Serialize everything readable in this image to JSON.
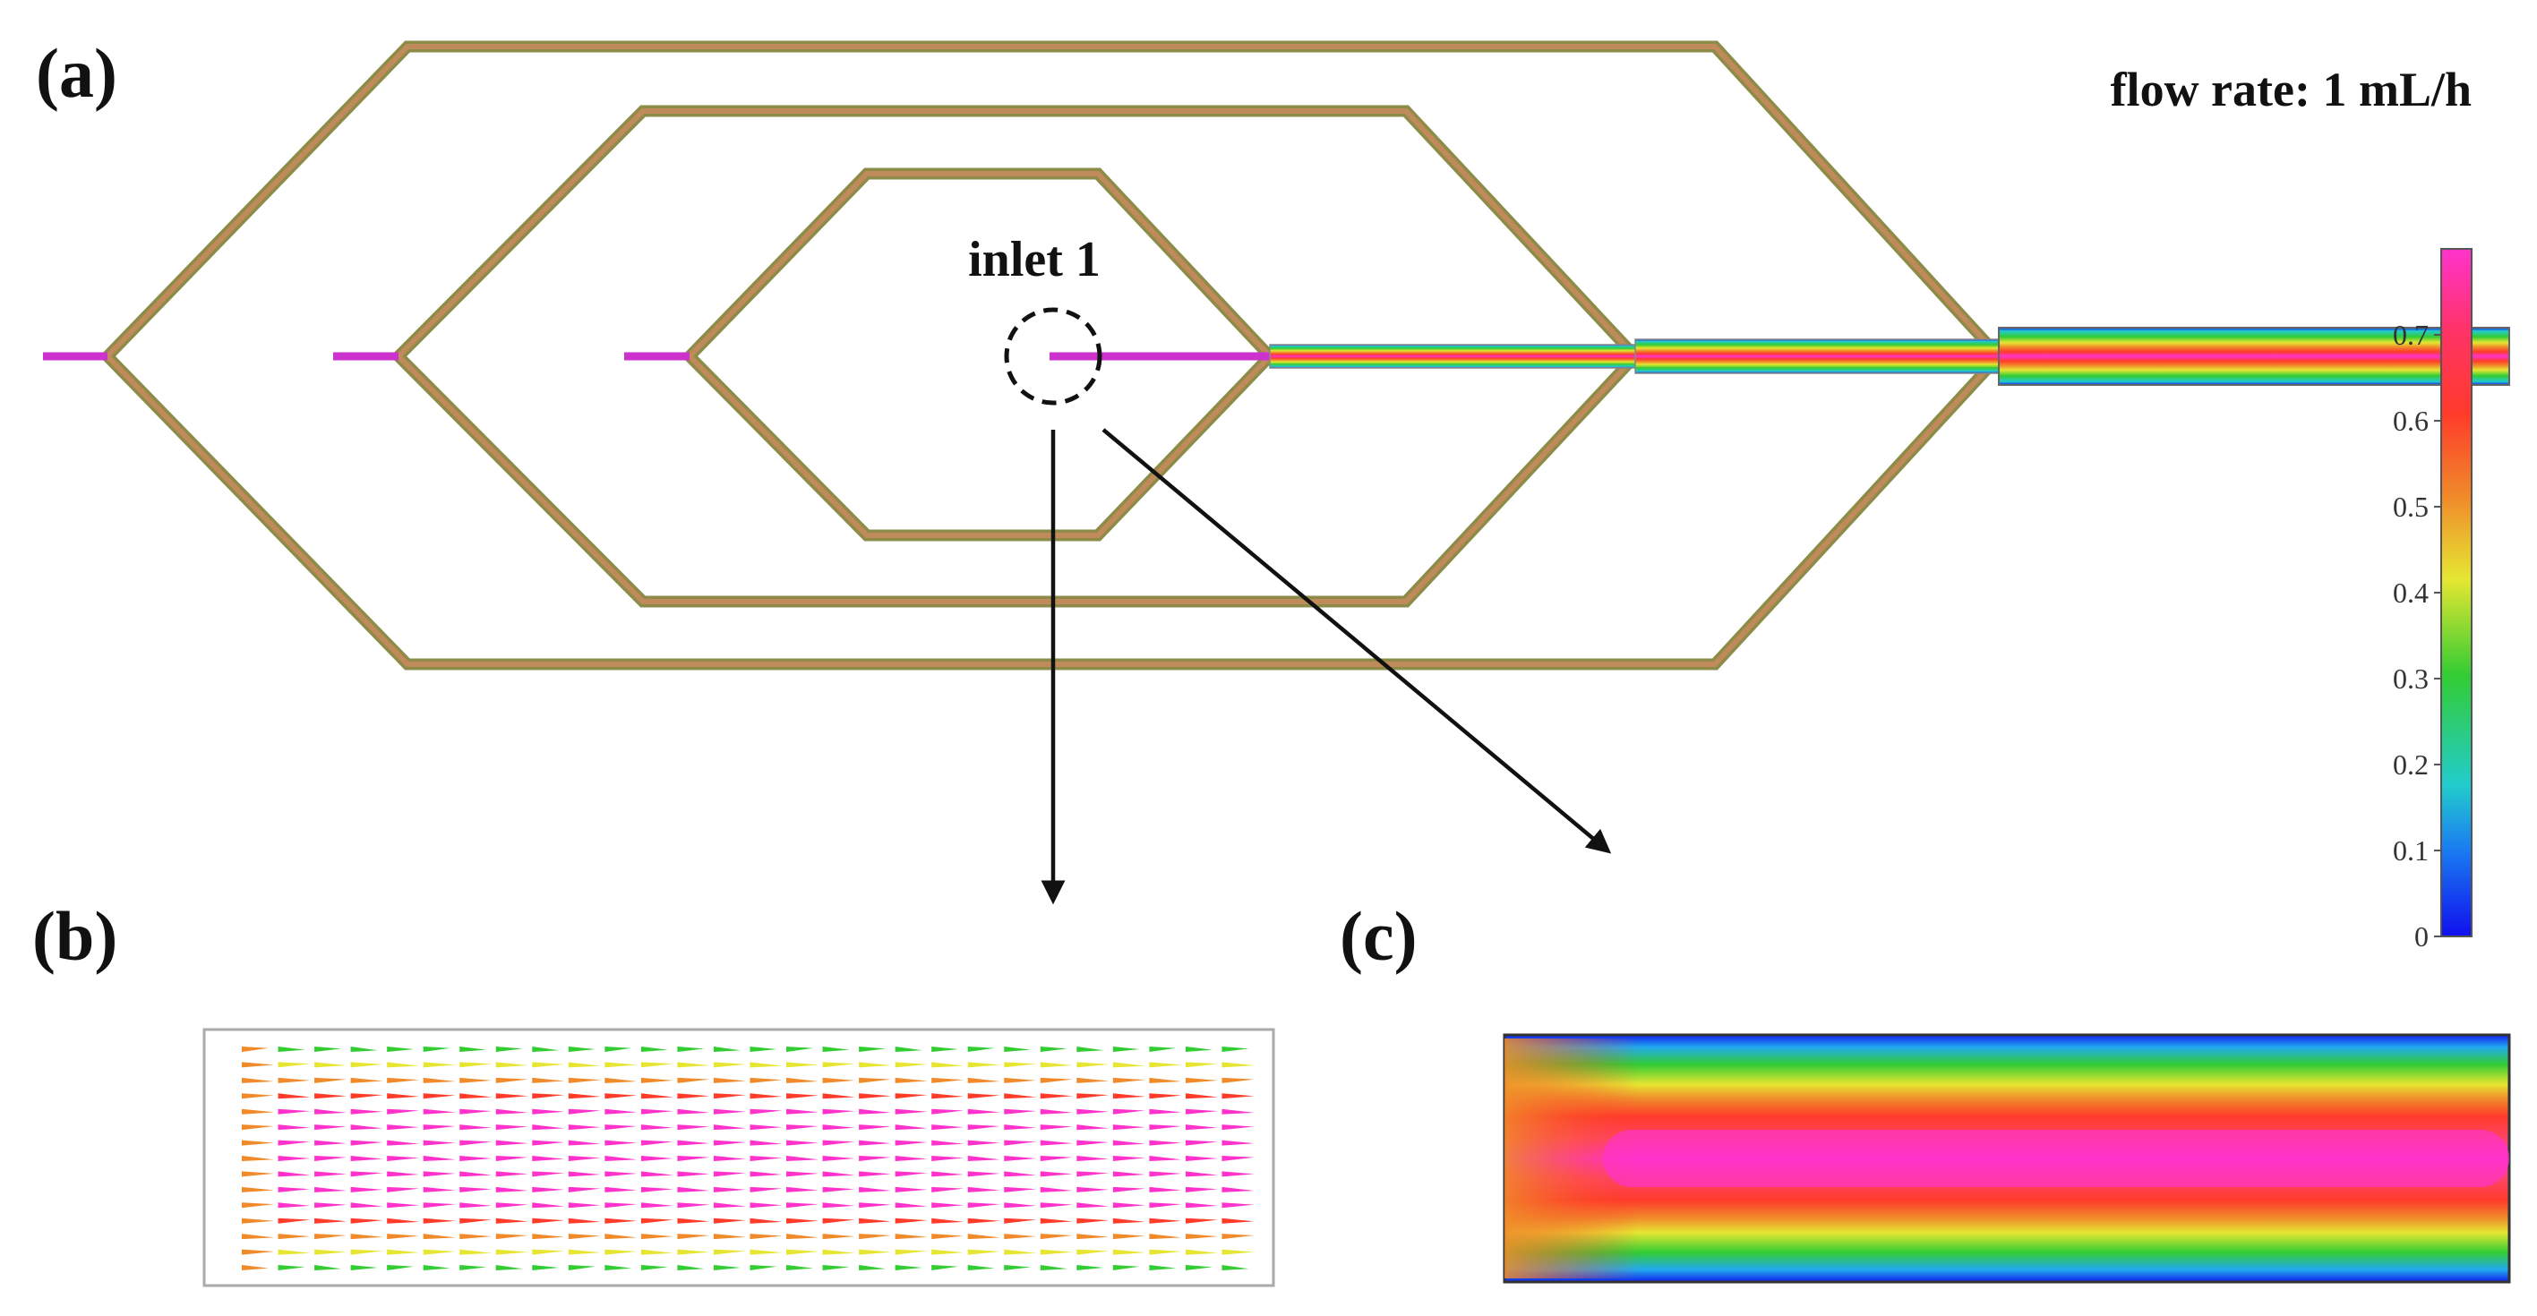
{
  "panels": {
    "a": {
      "label": "(a)",
      "flow_rate": "flow rate: 1 mL/h",
      "inlet_label": "inlet 1"
    },
    "b": {
      "label": "(b)"
    },
    "c": {
      "label": "(c)"
    }
  },
  "colorbar": {
    "ticks": [
      "0",
      "0.1",
      "0.2",
      "0.3",
      "0.4",
      "0.5",
      "0.6",
      "0.7"
    ],
    "tick_values": [
      0,
      0.1,
      0.2,
      0.3,
      0.4,
      0.5,
      0.6,
      0.7
    ],
    "range": [
      0,
      0.8
    ]
  },
  "colors": {
    "magenta": "#ff33cc",
    "red": "#ff3b2a",
    "orange": "#f08a2a",
    "yellow": "#e6e632",
    "green": "#33cc33",
    "cyan": "#22cccc",
    "blue": "#1020ee",
    "channel_tan": "#b07a50",
    "channel_olive": "#8c8c48"
  }
}
